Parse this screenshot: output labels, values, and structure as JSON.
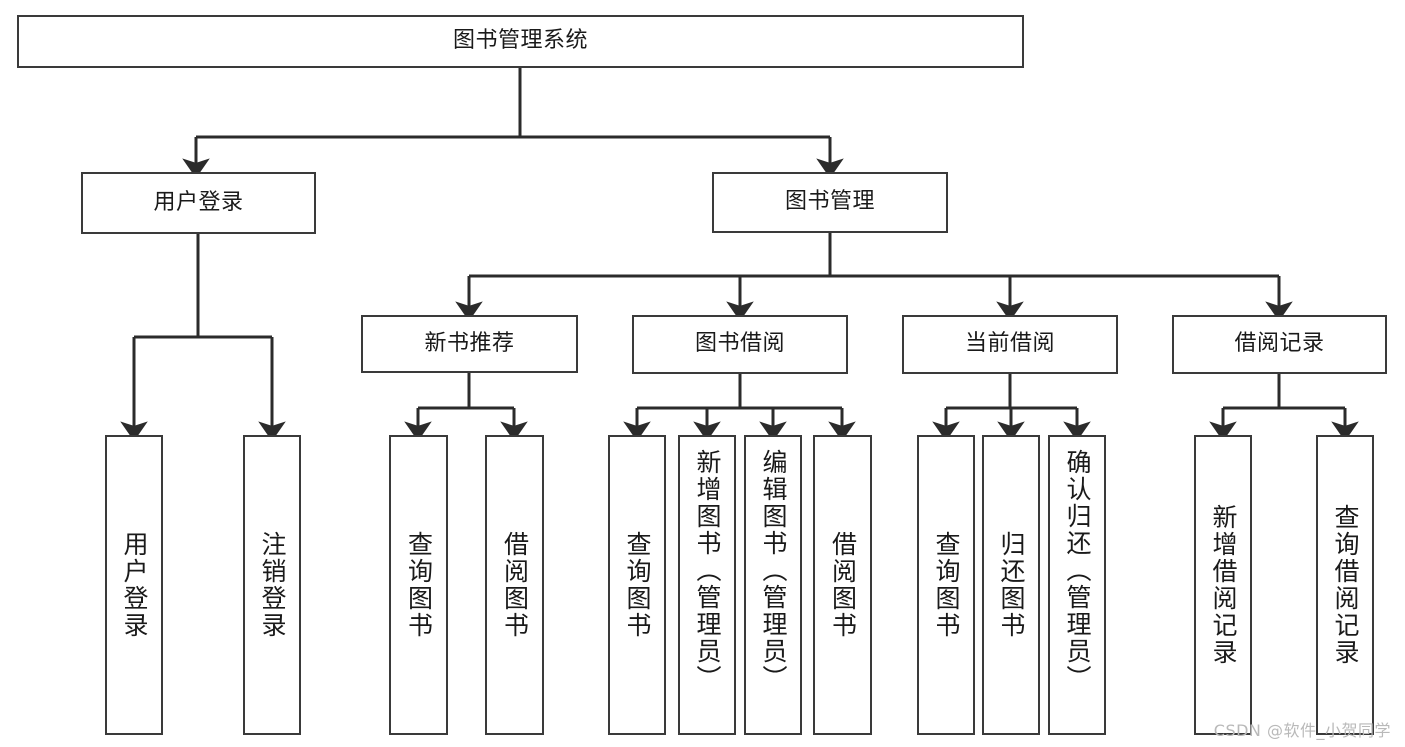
{
  "diagram": {
    "type": "tree",
    "title": "图书管理系统",
    "watermark": "CSDN @软件_小贺同学",
    "colors": {
      "node_stroke": "#3a3a3a",
      "node_fill": "#ffffff",
      "edge": "#2b2b2b",
      "text": "#1a1a1a",
      "watermark": "#b9b9b9",
      "background": "#ffffff"
    },
    "nodes": {
      "root": {
        "label": "图书管理系统",
        "orientation": "horizontal"
      },
      "l1": [
        {
          "id": "user-login",
          "label": "用户登录",
          "orientation": "horizontal"
        },
        {
          "id": "book-manage",
          "label": "图书管理",
          "orientation": "horizontal"
        }
      ],
      "l2": [
        {
          "id": "new-book-rec",
          "label": "新书推荐",
          "orientation": "horizontal"
        },
        {
          "id": "book-borrow",
          "label": "图书借阅",
          "orientation": "horizontal"
        },
        {
          "id": "current-borrow",
          "label": "当前借阅",
          "orientation": "horizontal"
        },
        {
          "id": "borrow-record",
          "label": "借阅记录",
          "orientation": "horizontal"
        }
      ],
      "leaves": [
        {
          "id": "leaf-user-login",
          "label": "用户登录",
          "orientation": "vertical",
          "parent": "user-login"
        },
        {
          "id": "leaf-user-logout",
          "label": "注销登录",
          "orientation": "vertical",
          "parent": "user-login"
        },
        {
          "id": "leaf-query-book-1",
          "label": "查询图书",
          "orientation": "vertical",
          "parent": "new-book-rec"
        },
        {
          "id": "leaf-borrow-book-1",
          "label": "借阅图书",
          "orientation": "vertical",
          "parent": "new-book-rec"
        },
        {
          "id": "leaf-query-book-2",
          "label": "查询图书",
          "orientation": "vertical",
          "parent": "book-borrow"
        },
        {
          "id": "leaf-add-book",
          "label": "新增图书（管理员）",
          "orientation": "vertical",
          "parent": "book-borrow"
        },
        {
          "id": "leaf-edit-book",
          "label": "编辑图书（管理员）",
          "orientation": "vertical",
          "parent": "book-borrow"
        },
        {
          "id": "leaf-borrow-book-2",
          "label": "借阅图书",
          "orientation": "vertical",
          "parent": "book-borrow"
        },
        {
          "id": "leaf-query-book-3",
          "label": "查询图书",
          "orientation": "vertical",
          "parent": "current-borrow"
        },
        {
          "id": "leaf-return-book",
          "label": "归还图书",
          "orientation": "vertical",
          "parent": "current-borrow"
        },
        {
          "id": "leaf-confirm-return",
          "label": "确认归还（管理员）",
          "orientation": "vertical",
          "parent": "current-borrow"
        },
        {
          "id": "leaf-add-record",
          "label": "新增借阅记录",
          "orientation": "vertical",
          "parent": "borrow-record"
        },
        {
          "id": "leaf-query-record",
          "label": "查询借阅记录",
          "orientation": "vertical",
          "parent": "borrow-record"
        }
      ]
    }
  }
}
